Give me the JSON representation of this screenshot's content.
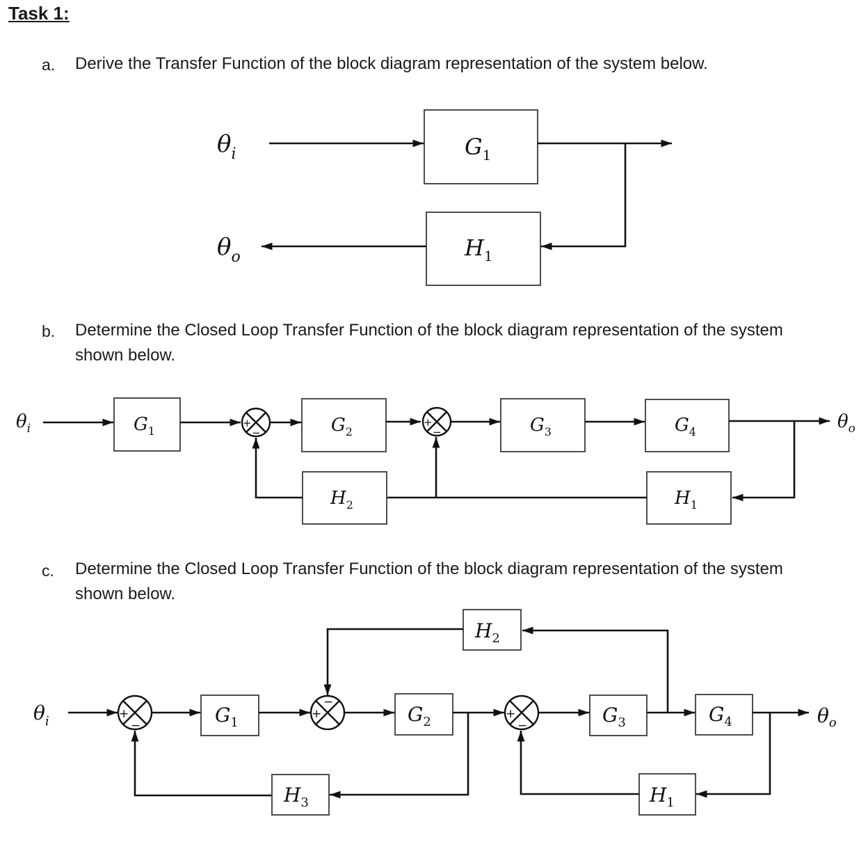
{
  "title": "Task 1:",
  "tasks": [
    {
      "marker": "a.",
      "line1": "Derive the Transfer Function of the block diagram representation of the system below.",
      "line2": ""
    },
    {
      "marker": "b.",
      "line1": "Determine the Closed Loop Transfer Function of the block diagram representation of the system",
      "line2": "shown below."
    },
    {
      "marker": "c.",
      "line1": "Determine the Closed Loop Transfer Function of the block diagram representation of the system",
      "line2": "shown below."
    }
  ],
  "symbols": {
    "theta": "θ",
    "i": "i",
    "o": "o",
    "G": "G",
    "H": "H",
    "one": "1",
    "two": "2",
    "three": "3",
    "four": "4",
    "plus": "+",
    "minus": "−"
  }
}
